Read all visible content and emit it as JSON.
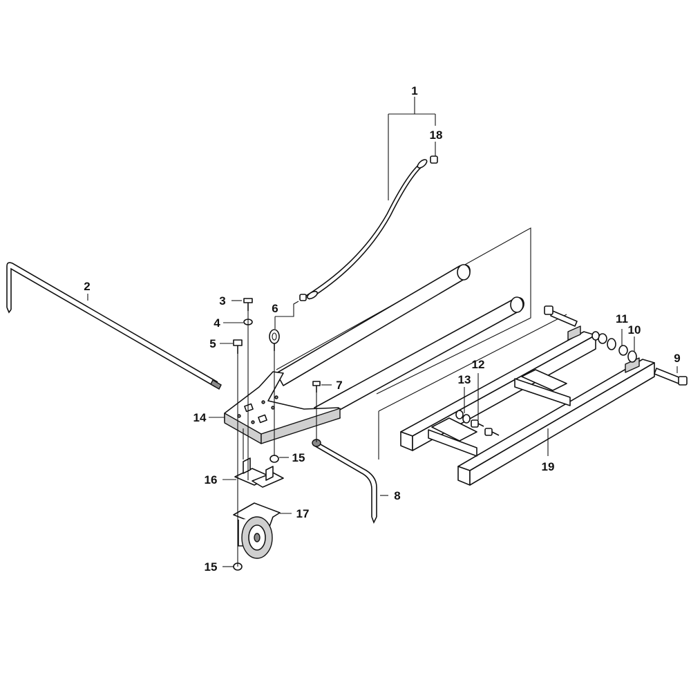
{
  "diagram": {
    "callouts": [
      {
        "id": "c1",
        "text": "1"
      },
      {
        "id": "c18",
        "text": "18"
      },
      {
        "id": "c2",
        "text": "2"
      },
      {
        "id": "c3",
        "text": "3"
      },
      {
        "id": "c4",
        "text": "4"
      },
      {
        "id": "c5",
        "text": "5"
      },
      {
        "id": "c6",
        "text": "6"
      },
      {
        "id": "c7",
        "text": "7"
      },
      {
        "id": "c14",
        "text": "14"
      },
      {
        "id": "c15a",
        "text": "15"
      },
      {
        "id": "c16",
        "text": "16"
      },
      {
        "id": "c17",
        "text": "17"
      },
      {
        "id": "c15b",
        "text": "15"
      },
      {
        "id": "c8",
        "text": "8"
      },
      {
        "id": "c9",
        "text": "9"
      },
      {
        "id": "c10",
        "text": "10"
      },
      {
        "id": "c11",
        "text": "11"
      },
      {
        "id": "c12",
        "text": "12"
      },
      {
        "id": "c13",
        "text": "13"
      },
      {
        "id": "c19",
        "text": "19"
      }
    ]
  }
}
